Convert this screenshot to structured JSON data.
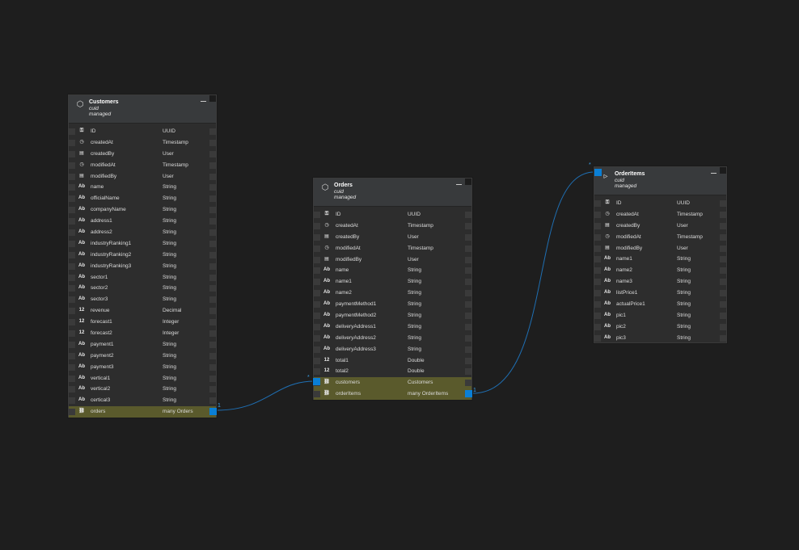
{
  "entities": {
    "customers": {
      "title": "Customers",
      "aspect1": "cuid",
      "aspect2": "managed",
      "icon": "entity-icon",
      "rows": [
        {
          "icon": "key-icon",
          "glyph": "⚿",
          "name": "ID",
          "type": "UUID"
        },
        {
          "icon": "timestamp-icon",
          "glyph": "◷",
          "name": "createdAt",
          "type": "Timestamp"
        },
        {
          "icon": "user-icon",
          "glyph": "▤",
          "name": "createdBy",
          "type": "User"
        },
        {
          "icon": "timestamp-icon",
          "glyph": "◷",
          "name": "modifiedAt",
          "type": "Timestamp"
        },
        {
          "icon": "user-icon",
          "glyph": "▤",
          "name": "modifiedBy",
          "type": "User"
        },
        {
          "icon": "string-icon",
          "glyph": "Ab",
          "name": "name",
          "type": "String"
        },
        {
          "icon": "string-icon",
          "glyph": "Ab",
          "name": "officialName",
          "type": "String"
        },
        {
          "icon": "string-icon",
          "glyph": "Ab",
          "name": "companyName",
          "type": "String"
        },
        {
          "icon": "string-icon",
          "glyph": "Ab",
          "name": "address1",
          "type": "String"
        },
        {
          "icon": "string-icon",
          "glyph": "Ab",
          "name": "address2",
          "type": "String"
        },
        {
          "icon": "string-icon",
          "glyph": "Ab",
          "name": "industryRanking1",
          "type": "String"
        },
        {
          "icon": "string-icon",
          "glyph": "Ab",
          "name": "industryRanking2",
          "type": "String"
        },
        {
          "icon": "string-icon",
          "glyph": "Ab",
          "name": "industryRanking3",
          "type": "String"
        },
        {
          "icon": "string-icon",
          "glyph": "Ab",
          "name": "sector1",
          "type": "String"
        },
        {
          "icon": "string-icon",
          "glyph": "Ab",
          "name": "sector2",
          "type": "String"
        },
        {
          "icon": "string-icon",
          "glyph": "Ab",
          "name": "sector3",
          "type": "String"
        },
        {
          "icon": "number-icon",
          "glyph": "12",
          "name": "revenue",
          "type": "Decimal"
        },
        {
          "icon": "number-icon",
          "glyph": "12",
          "name": "forecast1",
          "type": "Integer"
        },
        {
          "icon": "number-icon",
          "glyph": "12",
          "name": "forecast2",
          "type": "Integer"
        },
        {
          "icon": "string-icon",
          "glyph": "Ab",
          "name": "payment1",
          "type": "String"
        },
        {
          "icon": "string-icon",
          "glyph": "Ab",
          "name": "payment2",
          "type": "String"
        },
        {
          "icon": "string-icon",
          "glyph": "Ab",
          "name": "payment3",
          "type": "String"
        },
        {
          "icon": "string-icon",
          "glyph": "Ab",
          "name": "vertical1",
          "type": "String"
        },
        {
          "icon": "string-icon",
          "glyph": "Ab",
          "name": "vertical2",
          "type": "String"
        },
        {
          "icon": "string-icon",
          "glyph": "Ab",
          "name": "certical3",
          "type": "String"
        },
        {
          "icon": "association-icon",
          "glyph": "⛓",
          "name": "orders",
          "type": "many Orders",
          "highlight": true
        }
      ]
    },
    "orders": {
      "title": "Orders",
      "aspect1": "cuid",
      "aspect2": "managed",
      "icon": "entity-icon",
      "rows": [
        {
          "icon": "key-icon",
          "glyph": "⚿",
          "name": "ID",
          "type": "UUID"
        },
        {
          "icon": "timestamp-icon",
          "glyph": "◷",
          "name": "createdAt",
          "type": "Timestamp"
        },
        {
          "icon": "user-icon",
          "glyph": "▤",
          "name": "createdBy",
          "type": "User"
        },
        {
          "icon": "timestamp-icon",
          "glyph": "◷",
          "name": "modifiedAt",
          "type": "Timestamp"
        },
        {
          "icon": "user-icon",
          "glyph": "▤",
          "name": "modifiedBy",
          "type": "User"
        },
        {
          "icon": "string-icon",
          "glyph": "Ab",
          "name": "name",
          "type": "String"
        },
        {
          "icon": "string-icon",
          "glyph": "Ab",
          "name": "name1",
          "type": "String"
        },
        {
          "icon": "string-icon",
          "glyph": "Ab",
          "name": "name2",
          "type": "String"
        },
        {
          "icon": "string-icon",
          "glyph": "Ab",
          "name": "paymentMethod1",
          "type": "String"
        },
        {
          "icon": "string-icon",
          "glyph": "Ab",
          "name": "paymentMethod2",
          "type": "String"
        },
        {
          "icon": "string-icon",
          "glyph": "Ab",
          "name": "deliveryAddress1",
          "type": "String"
        },
        {
          "icon": "string-icon",
          "glyph": "Ab",
          "name": "deliveryAddress2",
          "type": "String"
        },
        {
          "icon": "string-icon",
          "glyph": "Ab",
          "name": "deliveryAddress3",
          "type": "String"
        },
        {
          "icon": "number-icon",
          "glyph": "12",
          "name": "total1",
          "type": "Double"
        },
        {
          "icon": "number-icon",
          "glyph": "12",
          "name": "total2",
          "type": "Double"
        },
        {
          "icon": "association-icon",
          "glyph": "⛓",
          "name": "customers",
          "type": "Customers",
          "highlight": true
        },
        {
          "icon": "association-icon",
          "glyph": "⛓",
          "name": "orderItems",
          "type": "many OrderItems",
          "highlight": true
        }
      ]
    },
    "orderitems": {
      "title": "OrderItems",
      "aspect1": "cuid",
      "aspect2": "managed",
      "icon": "entity-icon",
      "rows": [
        {
          "icon": "key-icon",
          "glyph": "⚿",
          "name": "ID",
          "type": "UUID"
        },
        {
          "icon": "timestamp-icon",
          "glyph": "◷",
          "name": "createdAt",
          "type": "Timestamp"
        },
        {
          "icon": "user-icon",
          "glyph": "▤",
          "name": "createdBy",
          "type": "User"
        },
        {
          "icon": "timestamp-icon",
          "glyph": "◷",
          "name": "modifiedAt",
          "type": "Timestamp"
        },
        {
          "icon": "user-icon",
          "glyph": "▤",
          "name": "modifiedBy",
          "type": "User"
        },
        {
          "icon": "string-icon",
          "glyph": "Ab",
          "name": "name1",
          "type": "String"
        },
        {
          "icon": "string-icon",
          "glyph": "Ab",
          "name": "name2",
          "type": "String"
        },
        {
          "icon": "string-icon",
          "glyph": "Ab",
          "name": "name3",
          "type": "String"
        },
        {
          "icon": "string-icon",
          "glyph": "Ab",
          "name": "listPrice1",
          "type": "String"
        },
        {
          "icon": "string-icon",
          "glyph": "Ab",
          "name": "actualPrice1",
          "type": "String"
        },
        {
          "icon": "string-icon",
          "glyph": "Ab",
          "name": "pic1",
          "type": "String"
        },
        {
          "icon": "string-icon",
          "glyph": "Ab",
          "name": "pic2",
          "type": "String"
        },
        {
          "icon": "string-icon",
          "glyph": "Ab",
          "name": "pic3",
          "type": "String"
        }
      ]
    }
  },
  "links": {
    "customers_orders": {
      "from_mult": "1",
      "to_mult": "*"
    },
    "orders_orderitems": {
      "from_mult": "1",
      "to_mult": "*"
    }
  },
  "colors": {
    "background": "#1e1e1e",
    "link": "#1f6fb3",
    "port": "#0a7fd6",
    "highlight": "#5a5a2c"
  }
}
